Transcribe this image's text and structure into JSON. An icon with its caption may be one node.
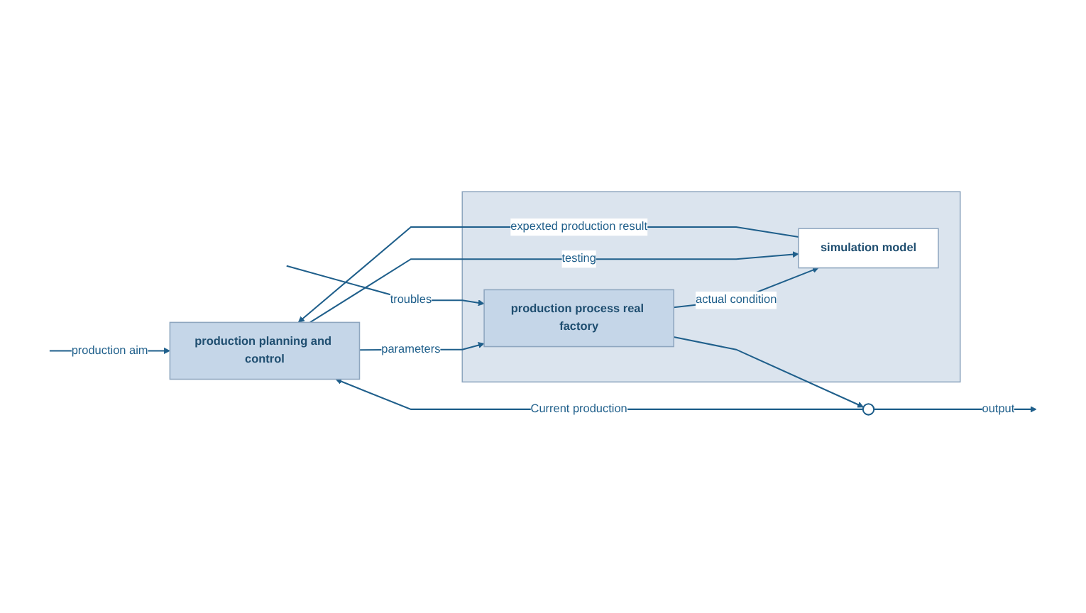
{
  "diagram": {
    "nodes": [
      {
        "text": [
          "production planning and control"
        ]
      },
      {
        "text": [],
        "shape": "box"
      },
      {
        "text": [
          "production process real factory"
        ],
        "in": 1
      },
      {
        "text": [
          "simulation model"
        ],
        "in": 1
      },
      {
        "text": [],
        "shape": "circle"
      }
    ],
    "edges": [
      {
        "from": null,
        "to": 0,
        "arrow": "to",
        "label": "production aim"
      },
      {
        "from": 0,
        "to": 2,
        "arrow": "to",
        "label": "parameters"
      },
      {
        "from": null,
        "to": 2,
        "arrow": "to",
        "label": "troubles"
      },
      {
        "from": 2,
        "to": 3,
        "arrow": "to",
        "label": "actual condition"
      },
      {
        "from": 0,
        "to": 3,
        "arrow": "to",
        "label": "testing"
      },
      {
        "from": 2,
        "to": 4,
        "arrow": "to"
      },
      {
        "from": 4,
        "to": null,
        "arrow": "to",
        "label": "output"
      },
      {
        "from": 3,
        "to": 0,
        "arrow": "to",
        "label": "expexted production result"
      },
      {
        "from": 4,
        "to": 0,
        "arrow": "to",
        "label": "Current production"
      }
    ]
  }
}
